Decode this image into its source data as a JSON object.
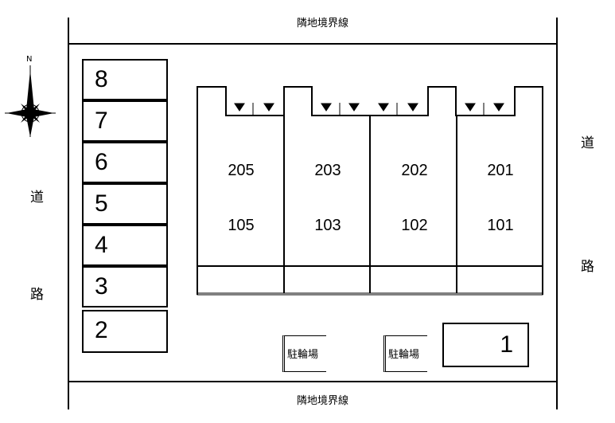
{
  "boundary": {
    "top_label": "隣地境界線",
    "bottom_label": "隣地境界線"
  },
  "roads": {
    "left": [
      "道",
      "路"
    ],
    "right": [
      "道",
      "路"
    ]
  },
  "compass": {
    "north_label": "N"
  },
  "parking": {
    "left_column": [
      "8",
      "7",
      "6",
      "5",
      "4",
      "3",
      "2"
    ],
    "right_slot": "1"
  },
  "building": {
    "units": [
      {
        "upper": "205",
        "lower": "105"
      },
      {
        "upper": "203",
        "lower": "103"
      },
      {
        "upper": "202",
        "lower": "102"
      },
      {
        "upper": "201",
        "lower": "101"
      }
    ]
  },
  "bicycle_parking": {
    "labels": [
      "駐輪場",
      "駐輪場"
    ]
  }
}
